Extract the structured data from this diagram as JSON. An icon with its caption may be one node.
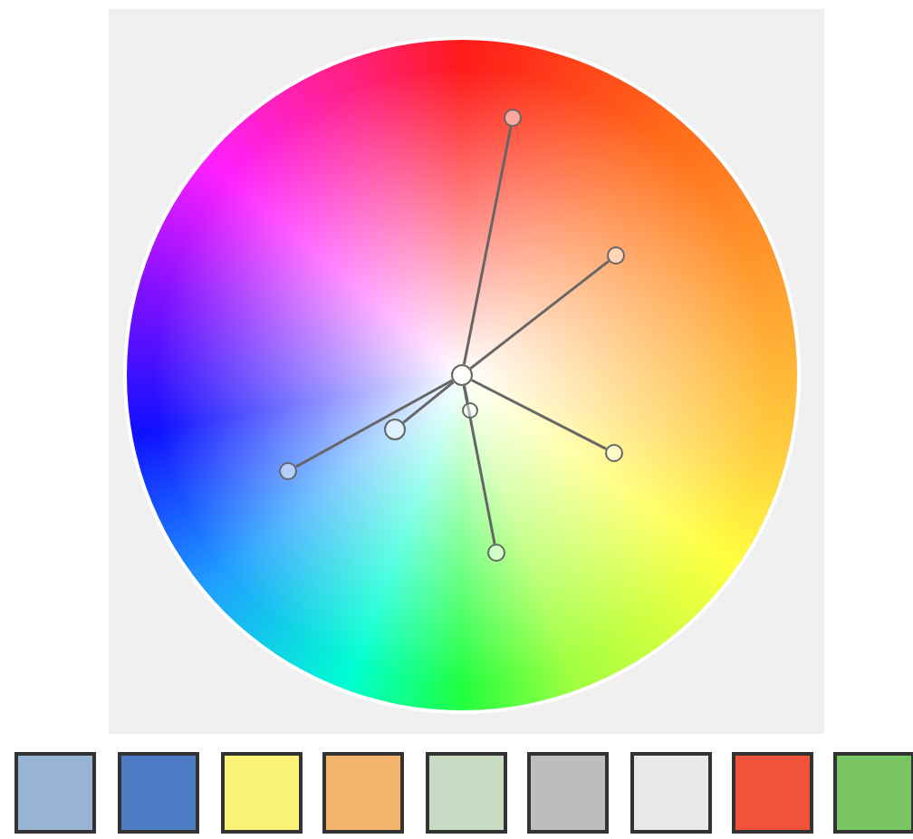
{
  "diagram": {
    "nodes": [
      {
        "text": [],
        "shape": "circle"
      },
      {
        "text": [],
        "shape": "circle",
        "in": 0
      },
      {
        "text": [],
        "shape": "circle",
        "in": 0
      },
      {
        "text": [],
        "shape": "circle",
        "in": 0
      },
      {
        "text": [],
        "shape": "circle",
        "in": 0
      },
      {
        "text": [],
        "shape": "circle",
        "in": 0
      },
      {
        "text": [],
        "shape": "circle",
        "in": 0
      },
      {
        "text": [],
        "shape": "circle",
        "in": 0
      },
      {
        "text": [],
        "shape": "circle",
        "in": 0
      },
      {
        "text": [],
        "shape": "box"
      },
      {
        "text": [],
        "shape": "box"
      },
      {
        "text": [],
        "shape": "box"
      },
      {
        "text": [],
        "shape": "box"
      },
      {
        "text": [],
        "shape": "box"
      },
      {
        "text": [],
        "shape": "box"
      },
      {
        "text": [],
        "shape": "box"
      },
      {
        "text": [],
        "shape": "box"
      },
      {
        "text": [],
        "shape": "box"
      }
    ],
    "edges": [
      {
        "from": 1,
        "to": 2,
        "arrow": "none"
      },
      {
        "from": 1,
        "to": 3,
        "arrow": "none"
      },
      {
        "from": 1,
        "to": 4,
        "arrow": "none"
      },
      {
        "from": 1,
        "to": 5,
        "arrow": "none"
      },
      {
        "from": 1,
        "to": 6,
        "arrow": "none"
      },
      {
        "from": 1,
        "to": 7,
        "arrow": "none"
      },
      {
        "from": 1,
        "to": 8,
        "arrow": "none"
      }
    ]
  }
}
